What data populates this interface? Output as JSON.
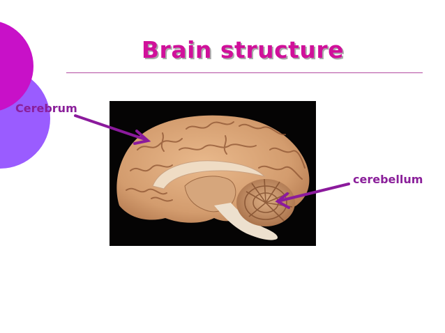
{
  "slide": {
    "title": "Brain structure",
    "labels": {
      "cerebrum": "Cerebrum",
      "cerebellum": "cerebellum"
    }
  },
  "colors": {
    "title": "#d0109a",
    "label": "#8a1f9a",
    "arrow": "#8b1a9c",
    "magenta_circle": "#c811c8",
    "violet_circle": "#9a5cff"
  }
}
